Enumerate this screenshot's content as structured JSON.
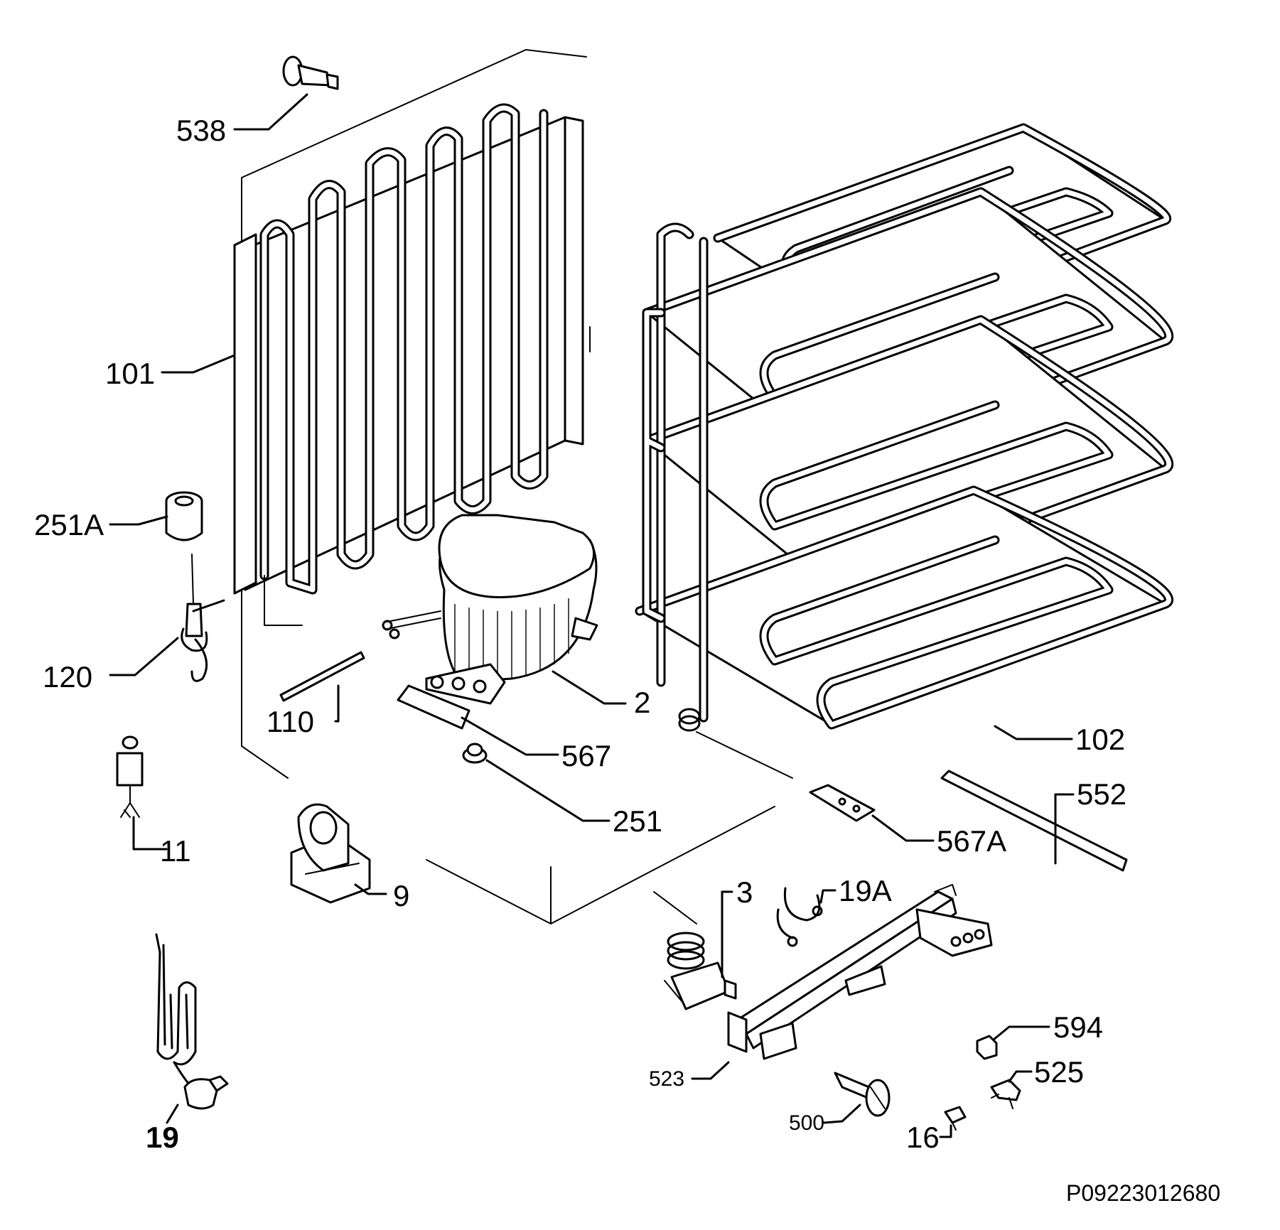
{
  "labels": {
    "p538": "538",
    "p101": "101",
    "p251A": "251A",
    "p120": "120",
    "p110": "110",
    "p2": "2",
    "p567": "567",
    "p251": "251",
    "p11": "11",
    "p9": "9",
    "p102": "102",
    "p552": "552",
    "p567A": "567A",
    "p3": "3",
    "p19A": "19A",
    "p19": "19",
    "p523": "523",
    "p594": "594",
    "p525": "525",
    "p500": "500",
    "p16": "16"
  },
  "document_id": "P09223012680"
}
